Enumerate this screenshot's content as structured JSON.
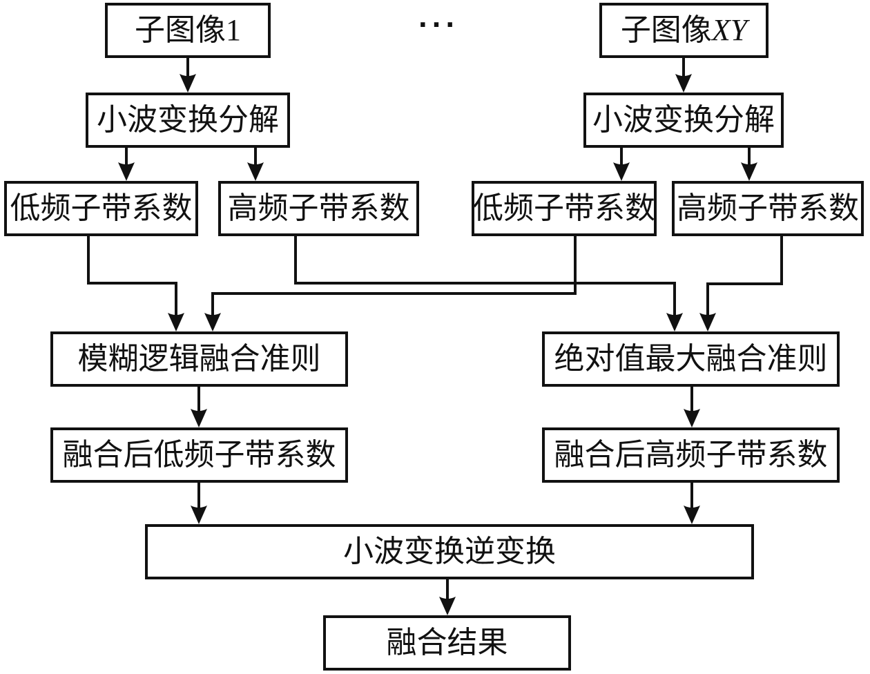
{
  "colors": {
    "line": "#111111",
    "box_border": "#111111",
    "text": "#111111",
    "background": "#ffffff"
  },
  "ellipsis": "···",
  "nodes": {
    "subimage_1": {
      "label": "子图像1"
    },
    "subimage_xy": {
      "prefix": "子图像",
      "suffix": "XY"
    },
    "decompose_left": {
      "label": "小波变换分解"
    },
    "decompose_right": {
      "label": "小波变换分解"
    },
    "low_left": {
      "label": "低频子带系数"
    },
    "high_left": {
      "label": "高频子带系数"
    },
    "low_right": {
      "label": "低频子带系数"
    },
    "high_right": {
      "label": "高频子带系数"
    },
    "fuzzy_fusion_rule": {
      "label": "模糊逻辑融合准则"
    },
    "abs_max_fusion_rule": {
      "label": "绝对值最大融合准则"
    },
    "fused_low": {
      "label": "融合后低频子带系数"
    },
    "fused_high": {
      "label": "融合后高频子带系数"
    },
    "inverse_wavelet": {
      "label": "小波变换逆变换"
    },
    "fusion_result": {
      "label": "融合结果"
    }
  },
  "edges": [
    {
      "from": "subimage_1",
      "to": "decompose_left"
    },
    {
      "from": "subimage_xy",
      "to": "decompose_right"
    },
    {
      "from": "decompose_left",
      "to": "low_left"
    },
    {
      "from": "decompose_left",
      "to": "high_left"
    },
    {
      "from": "decompose_right",
      "to": "low_right"
    },
    {
      "from": "decompose_right",
      "to": "high_right"
    },
    {
      "from": "low_left",
      "to": "fuzzy_fusion_rule"
    },
    {
      "from": "low_right",
      "to": "fuzzy_fusion_rule"
    },
    {
      "from": "high_left",
      "to": "abs_max_fusion_rule"
    },
    {
      "from": "high_right",
      "to": "abs_max_fusion_rule"
    },
    {
      "from": "fuzzy_fusion_rule",
      "to": "fused_low"
    },
    {
      "from": "abs_max_fusion_rule",
      "to": "fused_high"
    },
    {
      "from": "fused_low",
      "to": "inverse_wavelet"
    },
    {
      "from": "fused_high",
      "to": "inverse_wavelet"
    },
    {
      "from": "inverse_wavelet",
      "to": "fusion_result"
    }
  ]
}
